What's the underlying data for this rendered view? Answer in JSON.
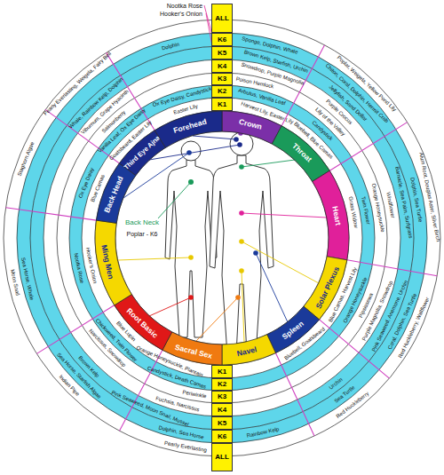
{
  "diagram": {
    "nodes": [
      {
        "text": [
          "ALL"
        ]
      },
      {
        "text": [
          "K6"
        ]
      },
      {
        "text": [
          "K5"
        ]
      },
      {
        "text": [
          "K4"
        ]
      },
      {
        "text": [
          "K3"
        ]
      },
      {
        "text": [
          "K2"
        ]
      },
      {
        "text": [
          "K1"
        ]
      },
      {
        "text": [
          "Crown"
        ]
      },
      {
        "text": [
          "Throat"
        ]
      },
      {
        "text": [
          "Heart"
        ]
      },
      {
        "text": [
          "Solar Plexus"
        ]
      },
      {
        "text": [
          "Spleen"
        ]
      },
      {
        "text": [
          "Navel"
        ]
      },
      {
        "text": [
          "Sacral Sex"
        ]
      },
      {
        "text": [
          "Root Basic"
        ]
      },
      {
        "text": [
          "Ming Men"
        ]
      },
      {
        "text": [
          "Back Head"
        ]
      },
      {
        "text": [
          "Third Eye Ajna"
        ]
      },
      {
        "text": [
          "Forehead"
        ]
      },
      {
        "text": [
          "K1"
        ]
      },
      {
        "text": [
          "K2"
        ]
      },
      {
        "text": [
          "K3"
        ]
      },
      {
        "text": [
          "K4"
        ]
      },
      {
        "text": [
          "K5"
        ]
      },
      {
        "text": [
          "K6"
        ]
      },
      {
        "text": [
          "ALL"
        ]
      }
    ],
    "labels": [
      "Harvest Lily, Easter Lily",
      "Arbutus, Vanilla Leaf",
      "Poison Hemlock",
      "Snowdrop, Purple Magnolia",
      "Brown Kelp, Starfish, Urchin",
      "Sponge, Dolphin, Whale",
      "Bluebell, Blue Camas",
      "Candystick",
      "Lily of the Valley",
      "Purple Crocus",
      "Jellyfish, Sand Dollar",
      "Chiton, Coral, Dolphin, Hermit Crab",
      "Poplar, Weigela, Yellow Pond Lily",
      "Grass Widow",
      "Twin Flower",
      "Orange Honeysuckle",
      "Windflower",
      "Barnacle, Sea Palm, Surfgrass",
      "Dolphin, Sea Turtle",
      "Alum Root, Douglas Aster, Silver Birch",
      "Blue Camas, Harvest Lily",
      "Orange Honeysuckle",
      "Pipsissewa",
      "Purple Magnolia, Snowdrop",
      "Pink Seaweed, Anemone, Urchin",
      "Coral, Dolphin, Sea Turtle",
      "Red Huckleberry, Wallflower",
      "Bluebell, Goatsbeard",
      "Urchin",
      "Sea Turtle",
      "Red Huckleberry",
      "Rainbow Kelp",
      "Orange Honeysuckle, Plantain",
      "Candystick, Death Camas",
      "Periwinkle",
      "Fuchsia, Narcissus",
      "Pink Seaweed, Moon Snail, Mussel",
      "Dolphin, Sea Horse",
      "Pearly Everlasting",
      "Blue Lupin",
      "Chickweed, Twin Flower",
      "Narcissus, Snowdrop",
      "Brown Kelp",
      "Sea Horse, Starfish Algae",
      "Indian Pipe",
      "Hooker's Onion",
      "Nootka Rose",
      "Sea Horse, Whale",
      "Moon Snail",
      "Blue Camas",
      "Ox Eye Daisy",
      "Staghorn Algae",
      "Goatsbeard, Easter Lily",
      "Vanilla Leaf, Ox Eye Daisy",
      "Salmonberry",
      "Viburnum, Grape Hyacinth",
      "Whale, Rainbow Kelp, Dolphin",
      "Pearly Everlasting, Weigela, Fairy Bell",
      "Easter Lily",
      "Ox Eye Daisy, Candystick",
      "Dolphin",
      "Nootka Rose",
      "Hooker's Onion",
      "Back Neck",
      "Poplar - K6"
    ]
  }
}
